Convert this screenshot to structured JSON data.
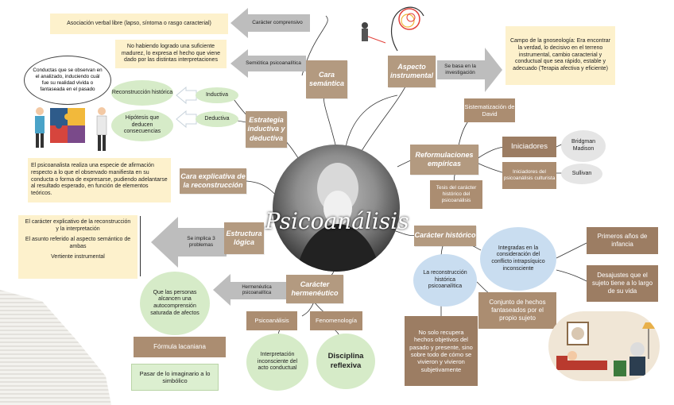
{
  "center": {
    "title": "Psicoanálisis"
  },
  "nodes": {
    "cara_semantica": "Cara semántica",
    "aspecto_instrumental": "Aspecto instrumental",
    "estrategia": "Estrategia inductiva y deductiva",
    "cara_explicativa": "Cara explicativa de la reconstrucción",
    "estructura_logica": "Estructura lógica",
    "caracter_hermeneutico": "Carácter hermenéutico",
    "reformulaciones": "Reformulaciones empíricas",
    "caracter_historico": "Carácter histórico",
    "sistematizacion": "Sistematización de David",
    "tesis": "Tesis del carácter histórico del psicoanálisis",
    "iniciadores": "Iniciadores",
    "iniciadores_culturista": "Iniciadores del psicoanálisis culturista",
    "psicoanalisis_small": "Psicoanálisis",
    "fenomenologia": "Fenomenología",
    "formula_lacaniana": "Fórmula lacaniana",
    "conjunto_hechos": "Conjunto de hechos fantaseados por el propio sujeto",
    "no_solo": "No solo recupera hechos objetivos del pasado y presente, sino sobre todo de cómo se vivieron y vivieron subjetivamente",
    "primeros_anos": "Primeros años de infancia",
    "desajustes": "Desajustes que el sujeto tiene a lo largo de su vida"
  },
  "arrows": {
    "caracter_comprensivo": "Carácter comprensivo",
    "semiotica": "Semiótica psicoanalítica",
    "se_basa": "Se basa en la investigación",
    "se_implica": "Se implica 3 problemas",
    "hermeneutica": "Hermenéutica psicoanalítica",
    "inductiva": "Inductiva",
    "deductiva": "Deductiva"
  },
  "notes": {
    "asociacion": "Asociación verbal libre (lapso, síntoma o rasgo caracterial)",
    "no_habiendo": "No habiendo logrado una suficiente madurez, lo expresa el hecho que viene dado por las distintas interpretaciones",
    "campo_gnoseologia": "Campo de la gnoseología: Era encontrar la verdad, lo decisivo en el terreno instrumental, cambio caracterial y conductual que sea rápido, estable y adecuado (Terapia afectiva y eficiente)",
    "psicoanalista_realiza": "El psicoanalista realiza una especie de afirmación respecto a lo que el observado manifiesta en su conducta o forma de expresarse, pudiendo adelantarse al resultado esperado, en función de elementos teóricos.",
    "bubble": "Conductas que se observan en el analizado, induciendo cuál fue su realidad vivida o fantaseada en el pasado",
    "pasar": "Pasar de lo imaginario a lo simbólico"
  },
  "problems": [
    "El carácter explicativo de la reconstrucción y la interpretación",
    "El asunto referido al aspecto semántico de ambas",
    "Vertiente instrumental"
  ],
  "circles": {
    "reconstruccion": "Reconstrucción histórica",
    "hipotesis": "Hipótesis que deducen consecuencias",
    "personas": "Que las personas alcancen una autocomprensión saturada de afectos",
    "interpretacion": "Interpretación inconsciente del acto conductual",
    "disciplina": "Disciplina reflexiva",
    "bridgman": "Bridgman\nMadison",
    "sullivan": "Sullivan",
    "integradas": "Integradas en la consideración del conflicto intrapsíquico inconsciente",
    "la_reconstruccion": "La reconstrucción histórica psicoanalítica"
  },
  "colors": {
    "kraft": "#b39a80",
    "yellow_note": "#fdf1cc",
    "green_circle": "#d6ebc8",
    "blue_circle": "#c9ddf0",
    "arrow_gray": "#bdbdbd"
  }
}
